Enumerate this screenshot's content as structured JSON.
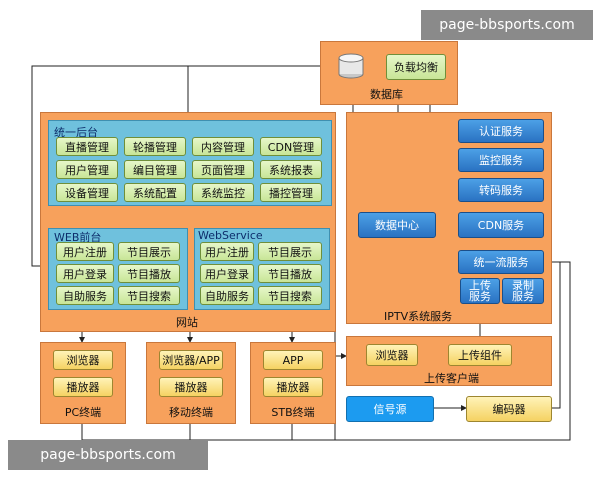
{
  "watermarks": {
    "top": "page-bbsports.com",
    "bottom": "page-bbsports.com"
  },
  "database": {
    "load_balance": "负载均衡",
    "label": "数据库"
  },
  "backend": {
    "title": "统一后台",
    "items": [
      "直播管理",
      "轮播管理",
      "内容管理",
      "CDN管理",
      "用户管理",
      "编目管理",
      "页面管理",
      "系统报表",
      "设备管理",
      "系统配置",
      "系统监控",
      "播控管理"
    ]
  },
  "web_front": {
    "title": "WEB前台",
    "items": [
      "用户注册",
      "节目展示",
      "用户登录",
      "节目播放",
      "自助服务",
      "节目搜索"
    ]
  },
  "webservice": {
    "title": "WebService",
    "items": [
      "用户注册",
      "节目展示",
      "用户登录",
      "节目播放",
      "自助服务",
      "节目搜索"
    ]
  },
  "website_label": "网站",
  "iptv": {
    "label": "IPTV系统服务",
    "services": [
      "认证服务",
      "监控服务",
      "转码服务"
    ],
    "data_center": "数据中心",
    "cdn": "CDN服务",
    "unified_stream": "统一流服务",
    "upload_service": "上传\n服务",
    "record_service": "录制\n服务"
  },
  "upload_client": {
    "browser": "浏览器",
    "component": "上传组件",
    "label": "上传客户端"
  },
  "source": {
    "signal": "信号源",
    "encoder": "编码器"
  },
  "terminals": [
    {
      "top": "浏览器",
      "bottom": "播放器",
      "label": "PC终端"
    },
    {
      "top": "浏览器/APP",
      "bottom": "播放器",
      "label": "移动终端"
    },
    {
      "top": "APP",
      "bottom": "播放器",
      "label": "STB终端"
    }
  ]
}
